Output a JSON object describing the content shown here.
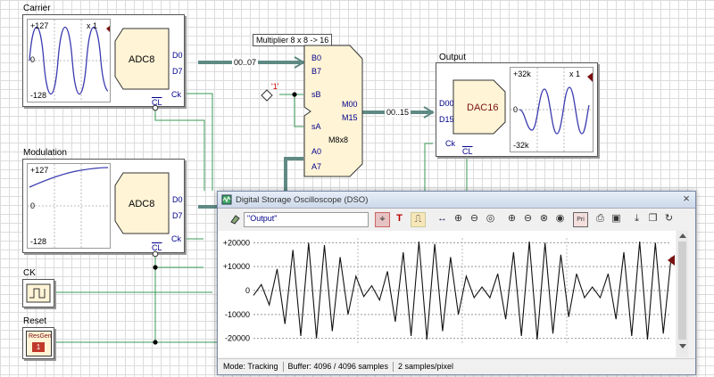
{
  "schematic": {
    "carrier": {
      "title": "Carrier",
      "scope_top": "+127",
      "scope_mid": "0",
      "scope_bottom": "-128",
      "scope_zoom": "x 1",
      "chip": "ADC8",
      "pins": {
        "d0": "D0",
        "d7": "D7",
        "ck": "Ck",
        "cl": "CL"
      }
    },
    "modulation": {
      "title": "Modulation",
      "scope_top": "+127",
      "scope_mid": "0",
      "scope_bottom": "-128",
      "chip": "ADC8",
      "pins": {
        "d0": "D0",
        "d7": "D7",
        "ck": "Ck",
        "cl": "CL"
      }
    },
    "bus1": "00..07",
    "bus2": "00..15",
    "multiplier": {
      "title": "Multiplier 8 x 8 -> 16",
      "chip": "M8x8",
      "pins": {
        "b0": "B0",
        "b7": "B7",
        "sb": "sB",
        "sa": "sA",
        "a0": "A0",
        "a7": "A7",
        "m00": "M00",
        "m15": "M15"
      },
      "const": "'1'"
    },
    "output": {
      "title": "Output",
      "chip": "DAC16",
      "pins": {
        "d00": "D00",
        "d15": "D15",
        "ck": "Ck",
        "cl": "CL"
      },
      "scope_top": "+32k",
      "scope_mid": "0",
      "scope_bottom": "-32k",
      "scope_zoom": "x 1"
    },
    "ck": {
      "title": "CK"
    },
    "reset": {
      "title": "Reset",
      "chip": "ResGen",
      "value": "1"
    }
  },
  "dso": {
    "title": "Digital Storage Oscilloscope (DSO)",
    "channel": "\"Output\"",
    "y_labels": [
      "+20000",
      "+10000",
      "0",
      "-10000",
      "-20000"
    ],
    "status": {
      "mode": "Mode: Tracking",
      "buffer": "Buffer: 4096 / 4096 samples",
      "rate": "2 samples/pixel"
    }
  },
  "chart_data": {
    "type": "line",
    "ylim": [
      -22000,
      22000
    ],
    "yticks": [
      20000,
      10000,
      0,
      -10000,
      -20000
    ],
    "series": [
      {
        "values": [
          -2000,
          2500,
          -6000,
          9000,
          -14000,
          17000,
          -19000,
          20000,
          -20000,
          19000,
          -17000,
          14000,
          -10000,
          6000,
          -2500,
          2000,
          -4000,
          8000,
          -13000,
          16000,
          -19000,
          20500,
          -20500,
          19500,
          -17000,
          14000,
          -10000,
          6000,
          -3000,
          1500,
          -3000,
          7000,
          -12000,
          16000,
          -19000,
          20500,
          -20500,
          20000,
          -18000,
          15000,
          -11000,
          7000,
          -3000,
          1500,
          -3000,
          7000,
          -12000,
          16000,
          -19000,
          20500,
          -20500,
          20000,
          -18000,
          14000
        ]
      }
    ]
  }
}
